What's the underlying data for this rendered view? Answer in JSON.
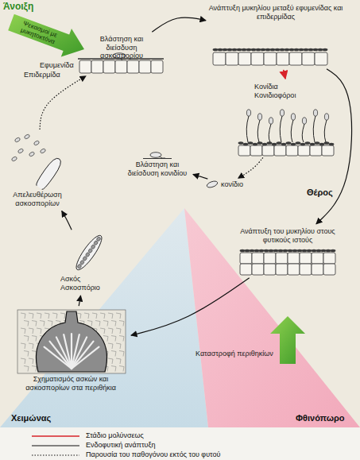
{
  "diagram": {
    "nodes": [
      {
        "text": [
          "Βλάστηση και διείσδυση ασκοσπορίου"
        ]
      },
      {
        "text": [
          "Ανάπτυξη μυκηλίου μεταξύ εφυμενίδας και επιδερμίδας"
        ]
      },
      {
        "text": [
          "Κονίδια",
          "Κονιδιοφόροι"
        ]
      },
      {
        "text": [
          "κονίδιο"
        ]
      },
      {
        "text": [
          "Βλάστηση και διείσδυση κονιδίου"
        ]
      },
      {
        "text": [
          "Ανάπτυξη του μυκηλίου στους φυτικούς ιστούς"
        ]
      },
      {
        "text": [
          "Σχηματισμός ασκών και ασκοσπορίων στα περιθήκια"
        ]
      },
      {
        "text": [
          "Ασκός",
          "Ασκοσπόριο"
        ]
      },
      {
        "text": [
          "Απελευθέρωση ασκοσπορίων"
        ]
      }
    ],
    "edges": [
      {
        "from": 0,
        "to": 1,
        "arrow": "to"
      },
      {
        "from": 1,
        "to": 2,
        "arrow": "to"
      },
      {
        "from": 2,
        "to": 3,
        "arrow": "to"
      },
      {
        "from": 3,
        "to": 4,
        "arrow": "to"
      },
      {
        "from": 1,
        "to": 5,
        "arrow": "to"
      },
      {
        "from": 5,
        "to": 6,
        "arrow": "to"
      },
      {
        "from": 6,
        "to": 7,
        "arrow": "to"
      },
      {
        "from": 7,
        "to": 8,
        "arrow": "to"
      },
      {
        "from": 8,
        "to": 0,
        "arrow": "to"
      }
    ],
    "labels": [
      "Άνοιξη",
      "Ψεκασμοί με μυκητοκτόνα",
      "Εφυμενίδα",
      "Επιδερμίδα",
      "Θέρος",
      "Φθινόπωρο",
      "Καταστροφή περιθηκίων",
      "Χειμώνας"
    ],
    "legend": [
      {
        "text": "Στάδιο μολύνσεως"
      },
      {
        "text": "Ενδοφυτική ανάπτυξη"
      },
      {
        "text": "Παρουσία του παθογόνου εκτός του φυτού"
      }
    ]
  }
}
